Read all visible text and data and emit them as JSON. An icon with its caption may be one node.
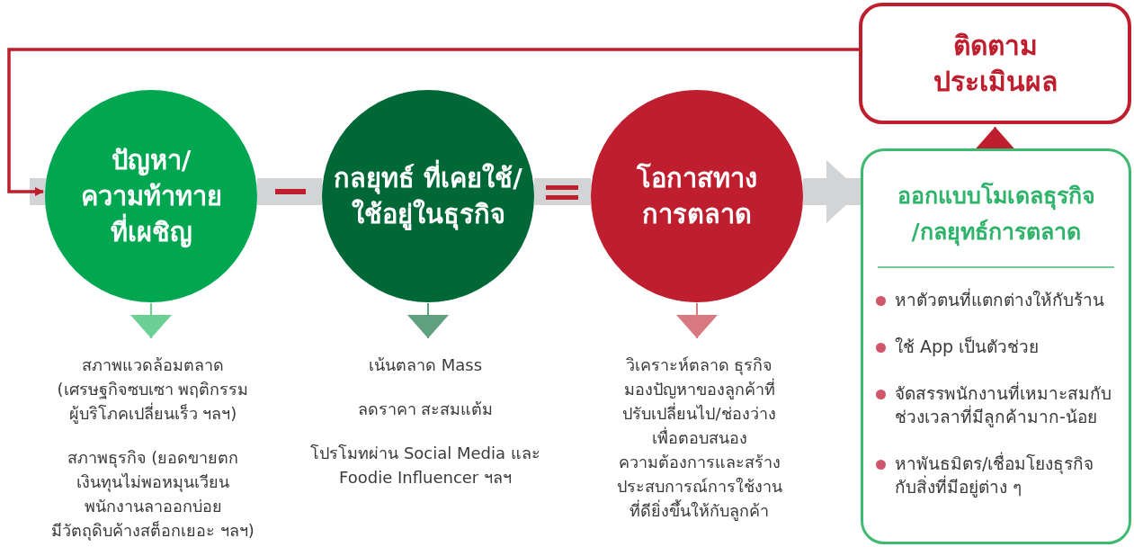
{
  "diagram": {
    "nodes": [
      {
        "text": [
          "ปัญหา/ ความท้าทาย ที่เผชิญ"
        ]
      },
      {
        "text": [
          "กลยุทธ์ ที่เคยใช้/ ใช้อยู่ในธุรกิจ"
        ]
      },
      {
        "text": [
          "โอกาสทาง การตลาด"
        ]
      },
      {
        "text": [
          "สภาพแวดล้อมตลาด (เศรษฐกิจซบเซา พฤติกรรม ผู้บริโภคเปลี่ยนเร็ว ฯลฯ)",
          "สภาพธุรกิจ (ยอดขายตก เงินทุนไม่พอหมุนเวียน พนักงานลาออกบ่อย มีวัตถุดิบค้างสต็อกเยอะ ฯลฯ)"
        ]
      },
      {
        "text": [
          "เน้นตลาด Mass",
          "ลดราคา สะสมแต้ม",
          "โปรโมทผ่าน Social Media และ Foodie Influencer ฯลฯ"
        ]
      },
      {
        "text": [
          "วิเคราะห์ตลาด ธุรกิจ มองปัญหาของลูกค้าที่ ปรับเปลี่ยนไป/ช่องว่าง เพื่อตอบสนอง ความต้องการและสร้าง ประสบการณ์การใช้งาน ที่ดียิ่งขึ้นให้กับลูกค้า"
        ]
      },
      {
        "text": [
          "ติดตาม ประเมินผล"
        ]
      },
      {
        "text": [
          "ออกแบบโมเดลธุรกิจ /กลยุทธ์การตลาด",
          "หาตัวตนที่แตกต่างให้กับร้าน",
          "ใช้ App เป็นตัวช่วย",
          "จัดสรรพนักงานที่เหมาะสมกับ ช่วงเวลาที่มีลูกค้ามาก-น้อย",
          "หาพันธมิตร/เชื่อมโยงธุรกิจ กับสิ่งที่มีอยู่ต่าง ๆ"
        ]
      }
    ],
    "edges": [
      {
        "from": 0,
        "to": 1,
        "arrow": "none",
        "style": "thick",
        "color": "#d3d4d6"
      },
      {
        "from": 1,
        "to": 2,
        "arrow": "none",
        "style": "thick",
        "color": "#d3d4d6"
      },
      {
        "from": 2,
        "to": 7,
        "arrow": "to",
        "style": "thick",
        "color": "#d3d4d6"
      },
      {
        "from": 0,
        "to": 3,
        "arrow": "to",
        "color": "#6ccf94"
      },
      {
        "from": 1,
        "to": 4,
        "arrow": "to",
        "color": "#5fa07e"
      },
      {
        "from": 2,
        "to": 5,
        "arrow": "to",
        "color": "#d87880"
      },
      {
        "from": 7,
        "to": 6,
        "arrow": "to",
        "color": "#be1e2d"
      },
      {
        "from": 6,
        "to": 0,
        "arrow": "to",
        "color": "#be1e2d"
      }
    ]
  }
}
